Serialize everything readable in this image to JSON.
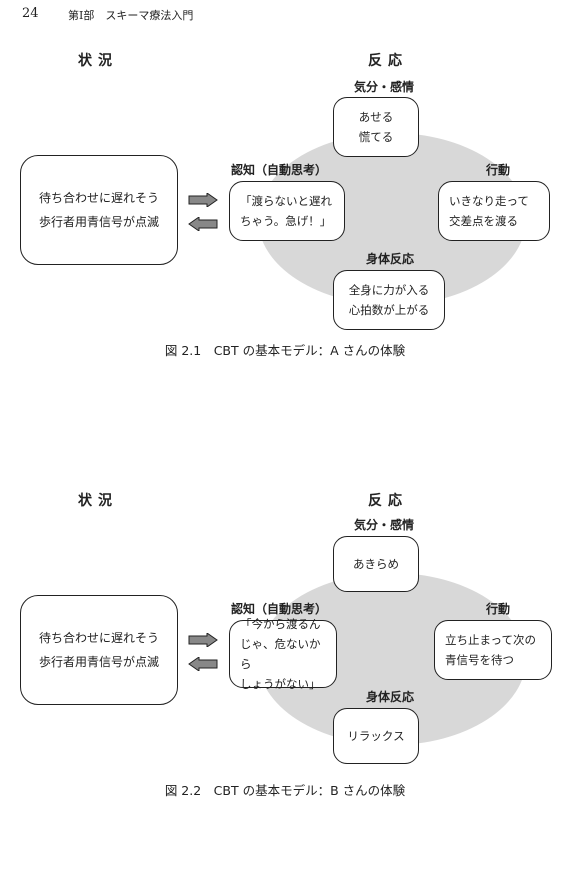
{
  "header": {
    "page_number": "24",
    "running_head": "第Ⅰ部　スキーマ療法入門"
  },
  "figures": [
    {
      "col_situation": "状況",
      "col_reaction": "反応",
      "situation_lines": [
        "待ち合わせに遅れそう",
        "歩行者用青信号が点滅"
      ],
      "mood_label": "気分・感情",
      "mood_lines": [
        "あせる",
        "慌てる"
      ],
      "cognition_label": "認知（自動思考）",
      "cognition_lines": [
        "「渡らないと遅れ",
        "ちゃう。急げ！」"
      ],
      "action_label": "行動",
      "action_lines": [
        "いきなり走って",
        "交差点を渡る"
      ],
      "body_label": "身体反応",
      "body_lines": [
        "全身に力が入る",
        "心拍数が上がる"
      ],
      "caption": "図 2.1　CBT の基本モデル：A さんの体験"
    },
    {
      "col_situation": "状況",
      "col_reaction": "反応",
      "situation_lines": [
        "待ち合わせに遅れそう",
        "歩行者用青信号が点滅"
      ],
      "mood_label": "気分・感情",
      "mood_lines": [
        "あきらめ"
      ],
      "cognition_label": "認知（自動思考）",
      "cognition_lines": [
        "「今から渡るん",
        "じゃ、危ないから",
        "しょうがない」"
      ],
      "action_label": "行動",
      "action_lines": [
        "立ち止まって次の",
        "青信号を待つ"
      ],
      "body_label": "身体反応",
      "body_lines": [
        "リラックス"
      ],
      "caption": "図 2.2　CBT の基本モデル：B さんの体験"
    }
  ]
}
